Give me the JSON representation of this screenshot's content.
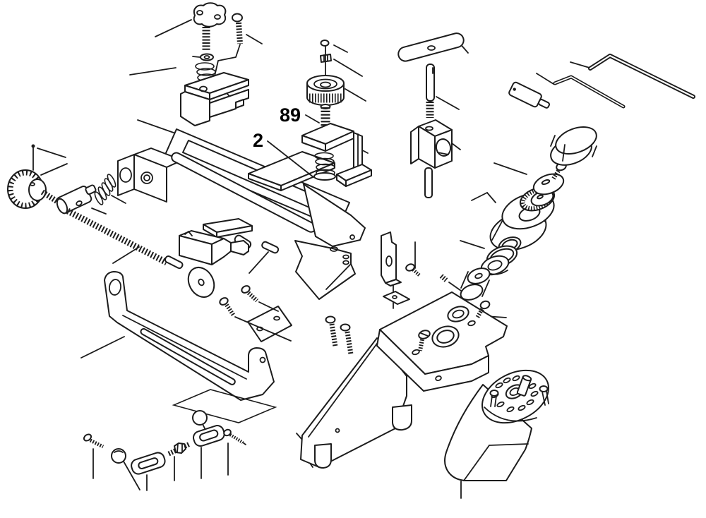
{
  "page": {
    "background": "#ffffff"
  },
  "diagram": {
    "type": "exploded-parts-diagram",
    "line_color": "#1c1c1c",
    "callouts": [
      {
        "label": "89"
      },
      {
        "label": "2"
      }
    ]
  }
}
